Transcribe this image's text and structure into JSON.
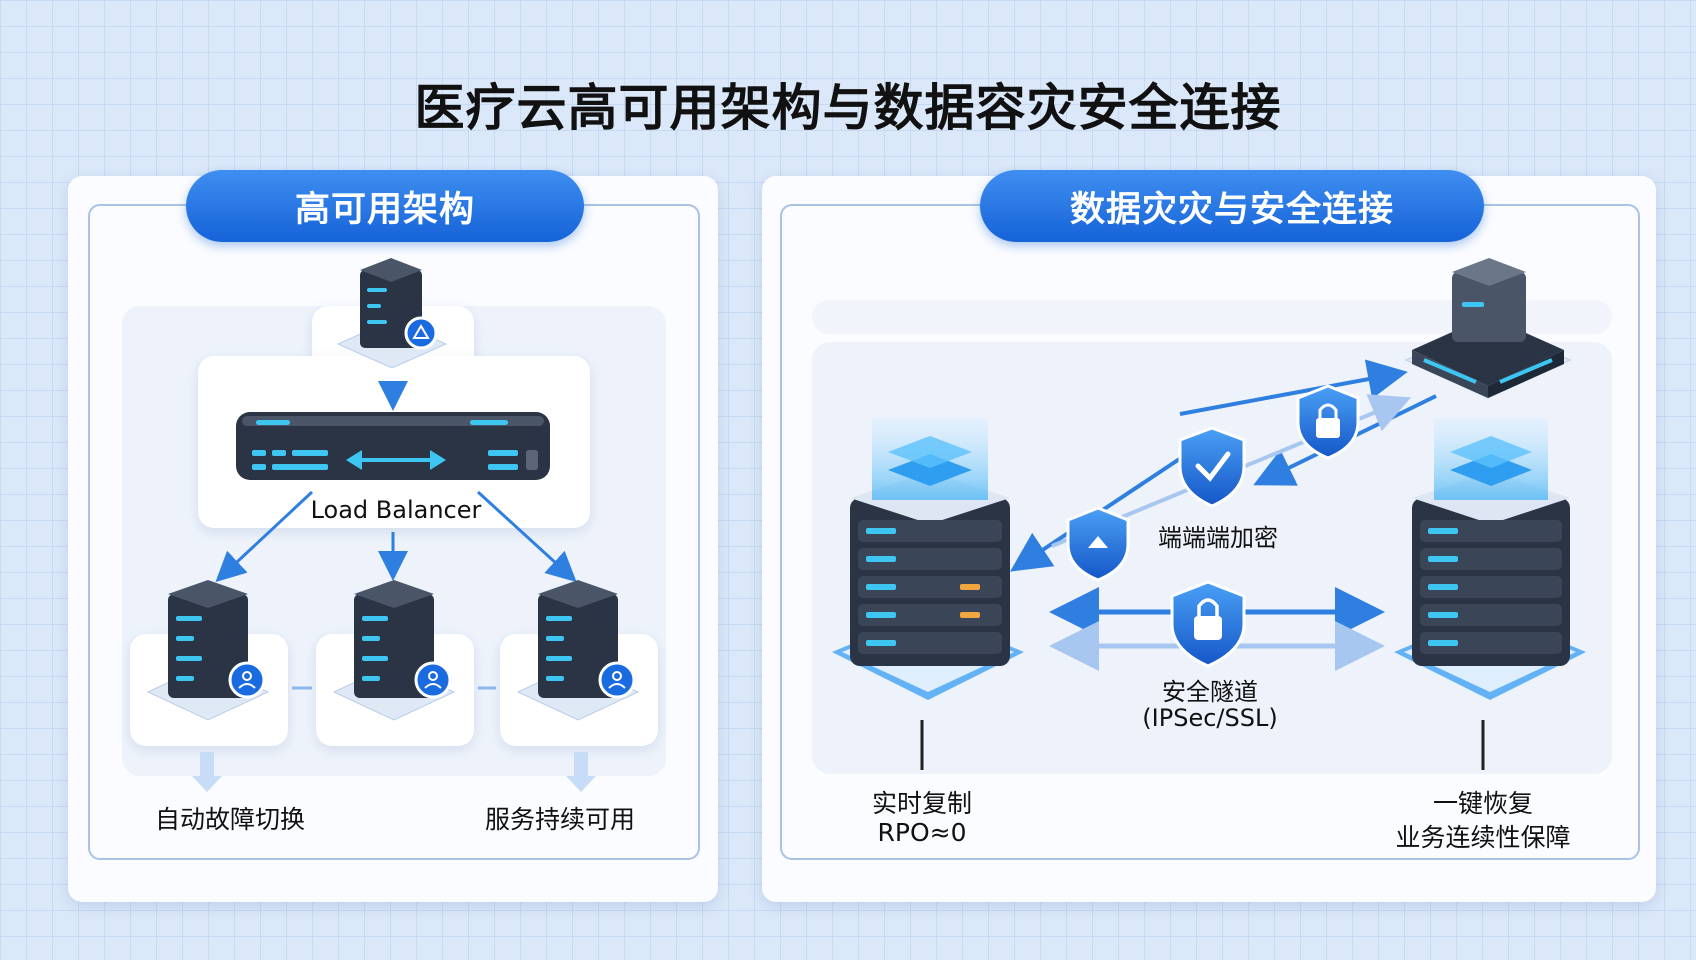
{
  "title": "医疗云高可用架构与数据容灾安全连接",
  "left_panel": {
    "header": "高可用架构",
    "load_balancer_label": "Load Balancer",
    "bottom_left_label": "自动故障切换",
    "bottom_right_label": "服务持续可用"
  },
  "right_panel": {
    "header": "数据灾灾与安全连接",
    "encryption_label": "端端端加密",
    "tunnel_label_line1": "安全隧道",
    "tunnel_label_line2": "(IPSec/SSL)",
    "left_caption_line1": "实时复制",
    "left_caption_line2": "RPO≈0",
    "right_caption_line1": "一键恢复",
    "right_caption_line2": "业务连续性保障"
  },
  "colors": {
    "accent": "#1a6ae0",
    "server_dark": "#2a3445",
    "led": "#3ec6f2"
  }
}
